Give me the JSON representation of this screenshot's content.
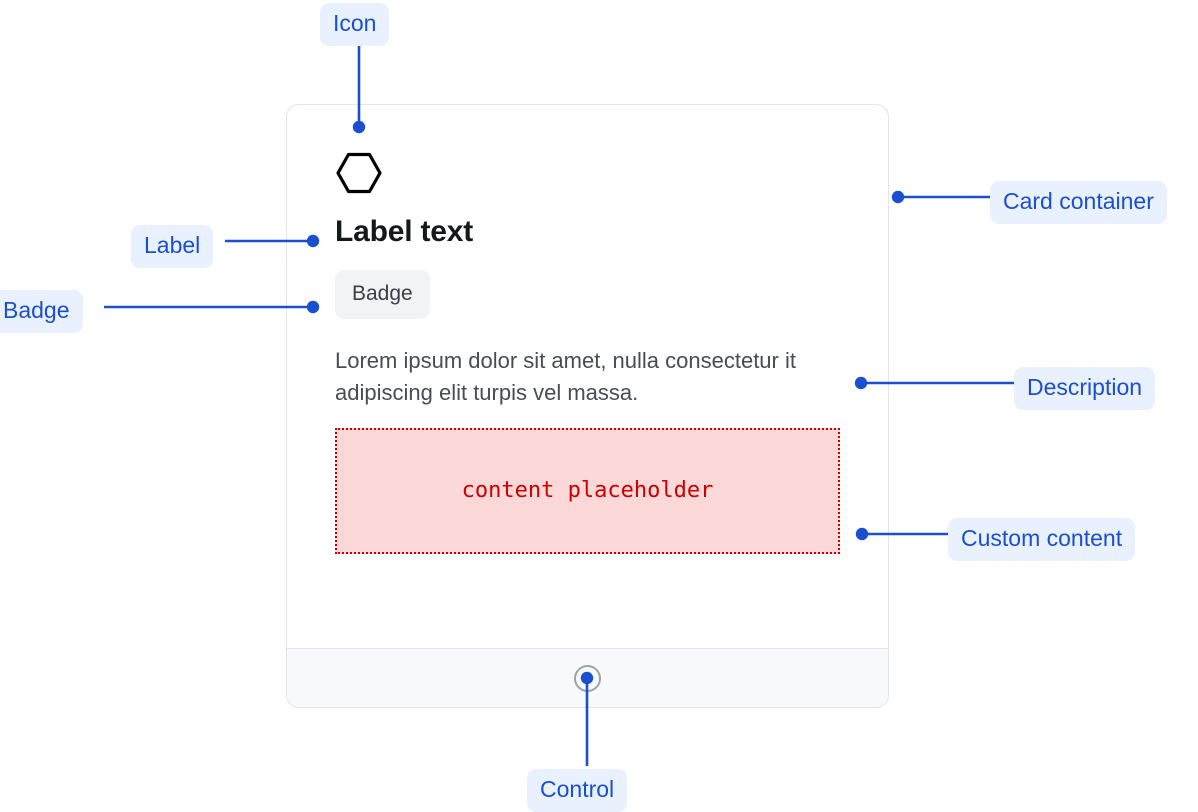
{
  "card": {
    "icon": "hexagon-icon",
    "title": "Label text",
    "badge": "Badge",
    "description": "Lorem ipsum dolor sit amet, nulla consectetur it adipiscing elit turpis vel massa.",
    "placeholder_text": "content placeholder",
    "footer_control": "radio-control-icon"
  },
  "annotations": [
    {
      "label": "Icon"
    },
    {
      "label": "Card container"
    },
    {
      "label": "Label"
    },
    {
      "label": "Badge"
    },
    {
      "label": "Description"
    },
    {
      "label": "Custom content"
    },
    {
      "label": "Control"
    }
  ],
  "colors": {
    "annotation_text": "#1a4fd0",
    "annotation_pill_bg": "#eaf1fe",
    "annotation_line": "#1a4fd0",
    "card_border": "#e3e5e8",
    "badge_bg": "#f1f3f5",
    "badge_text": "#3b4048",
    "title_text": "#15181c",
    "description_text": "#474d57",
    "placeholder_bg": "#fcd8d8",
    "placeholder_border": "#cc0000",
    "placeholder_text": "#cc0000",
    "footer_bg": "#f8f9fa",
    "control_ring": "#9ca3ab"
  }
}
